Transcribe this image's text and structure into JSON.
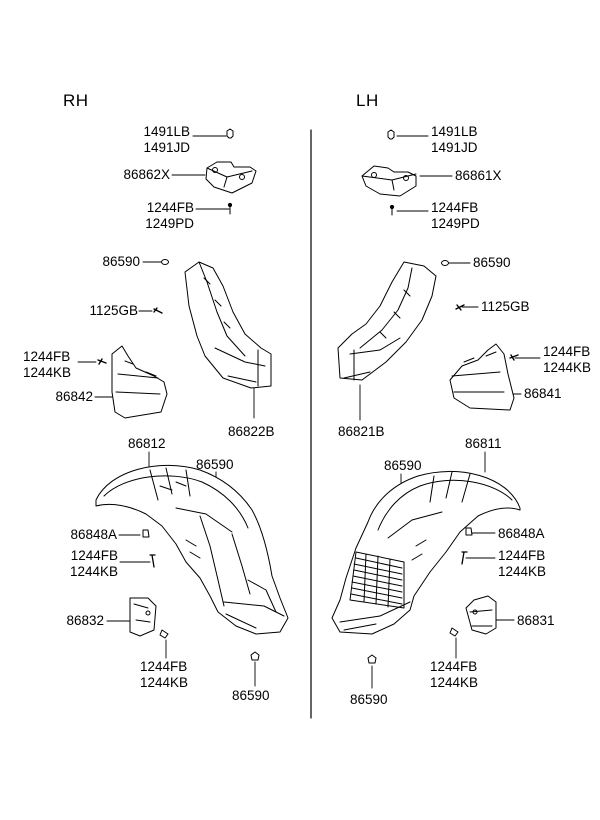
{
  "sides": {
    "rh": "RH",
    "lh": "LH"
  },
  "rh": {
    "p1491": [
      "1491LB",
      "1491JD"
    ],
    "p86862": "86862X",
    "p1244_a": [
      "1244FB",
      "1249PD"
    ],
    "p86590_a": "86590",
    "p1125": "1125GB",
    "p1244_b": [
      "1244FB",
      "1244KB"
    ],
    "p86842": "86842",
    "p86822": "86822B",
    "p86812": "86812",
    "p86590_b": "86590",
    "p86848": "86848A",
    "p1244_c": [
      "1244FB",
      "1244KB"
    ],
    "p86832": "86832",
    "p1244_d": [
      "1244FB",
      "1244KB"
    ],
    "p86590_c": "86590"
  },
  "lh": {
    "p1491": [
      "1491LB",
      "1491JD"
    ],
    "p86861": "86861X",
    "p1244_a": [
      "1244FB",
      "1249PD"
    ],
    "p86590_a": "86590",
    "p1125": "1125GB",
    "p1244_b": [
      "1244FB",
      "1244KB"
    ],
    "p86841": "86841",
    "p86821": "86821B",
    "p86811": "86811",
    "p86590_b": "86590",
    "p86848": "86848A",
    "p1244_c": [
      "1244FB",
      "1244KB"
    ],
    "p86831": "86831",
    "p1244_d": [
      "1244FB",
      "1244KB"
    ],
    "p86590_c": "86590"
  }
}
